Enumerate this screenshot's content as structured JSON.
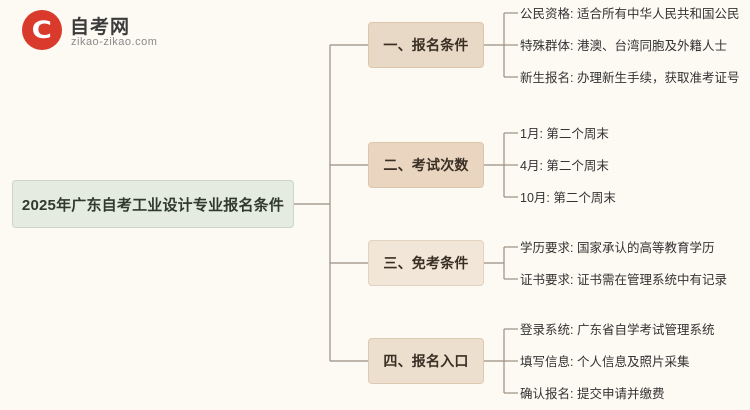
{
  "logo": {
    "title": "自考网",
    "subtitle": "zikao-zikao.com",
    "mark_glyph": "C"
  },
  "diagram": {
    "type": "mindmap",
    "root": "2025年广东自考工业设计专业报名条件",
    "branches": [
      {
        "label": "一、报名条件",
        "items": [
          "公民资格: 适合所有中华人民共和国公民",
          "特殊群体: 港澳、台湾同胞及外籍人士",
          "新生报名: 办理新生手续，获取准考证号"
        ]
      },
      {
        "label": "二、考试次数",
        "items": [
          "1月: 第二个周末",
          "4月: 第二个周末",
          "10月: 第二个周末"
        ]
      },
      {
        "label": "三、免考条件",
        "items": [
          "学历要求: 国家承认的高等教育学历",
          "证书要求: 证书需在管理系统中有记录"
        ]
      },
      {
        "label": "四、报名入口",
        "items": [
          "登录系统: 广东省自学考试管理系统",
          "填写信息: 个人信息及照片采集",
          "确认报名: 提交申请并缴费"
        ]
      }
    ]
  },
  "colors": {
    "background": "#fdf9f3",
    "root_fill": "#e6ebe2",
    "branch_fill": "#e8d9c6",
    "connector": "#9a8f80",
    "logo_red": "#d93a2b"
  }
}
